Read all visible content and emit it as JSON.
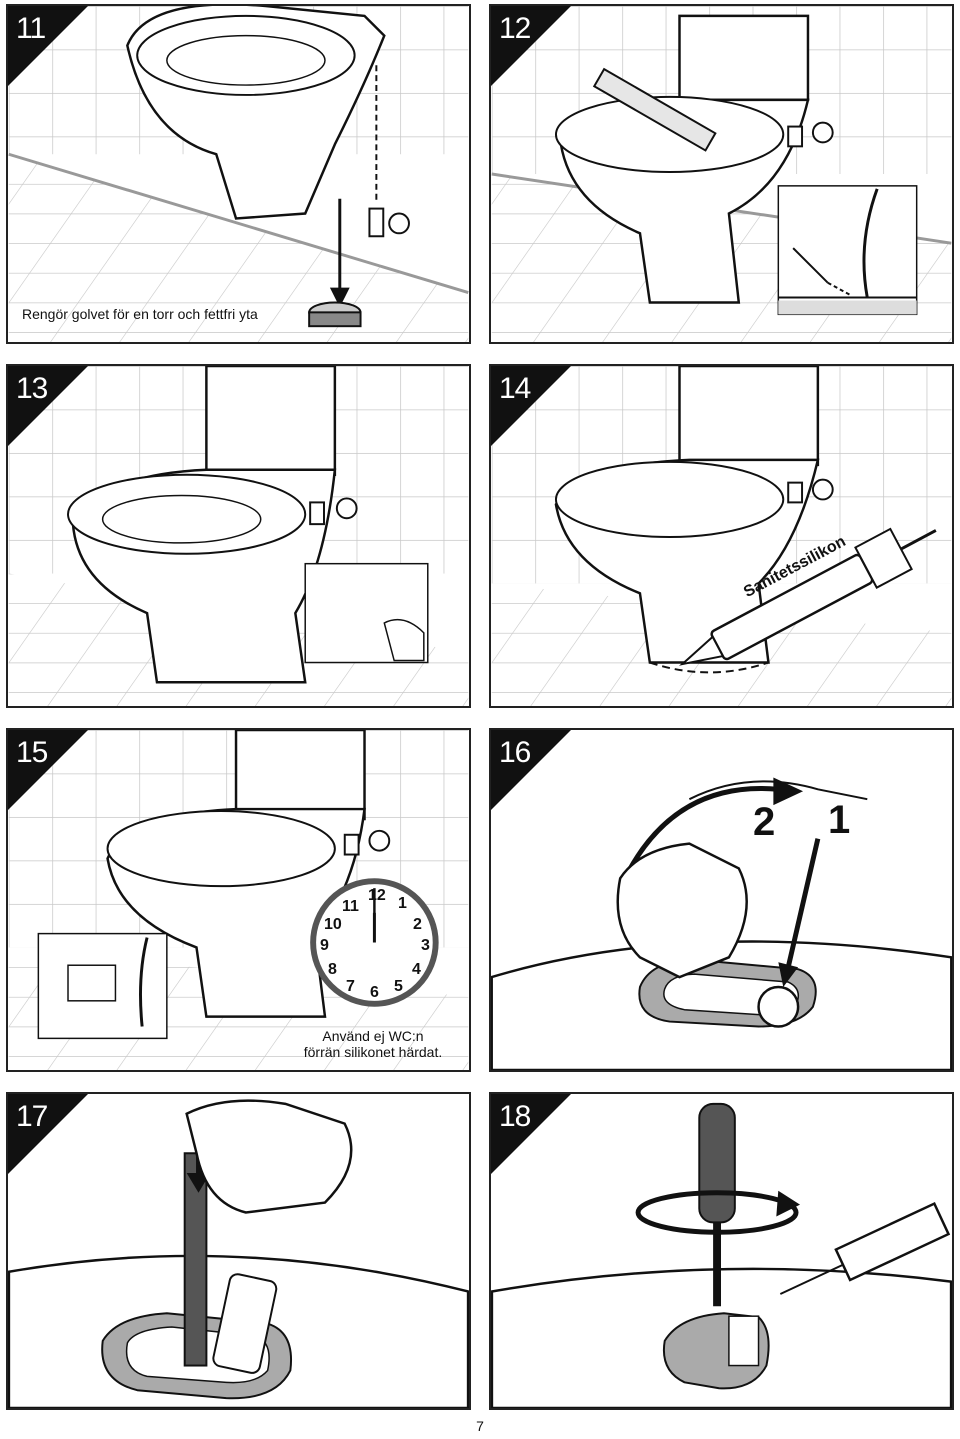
{
  "steps": [
    {
      "num": "11",
      "caption": "Rengör golvet för en torr och fettfri yta"
    },
    {
      "num": "12"
    },
    {
      "num": "13"
    },
    {
      "num": "14",
      "tube_label": "Sanitetssilikon"
    },
    {
      "num": "15",
      "caption_line1": "Använd ej WC:n",
      "caption_line2": "förrän silikonet härdat."
    },
    {
      "num": "16",
      "arrow_label_a": "2",
      "arrow_label_b": "1"
    },
    {
      "num": "17"
    },
    {
      "num": "18"
    }
  ],
  "clock_numbers": [
    "12",
    "1",
    "2",
    "3",
    "4",
    "5",
    "6",
    "7",
    "8",
    "9",
    "10",
    "11"
  ],
  "page_number": "7"
}
